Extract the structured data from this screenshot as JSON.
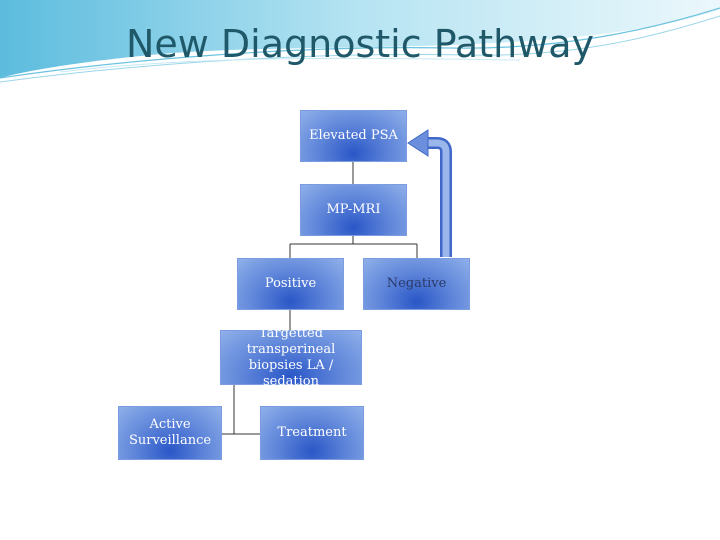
{
  "slide": {
    "title": "New Diagnostic Pathway"
  },
  "diagram": {
    "elevated_psa": "Elevated PSA",
    "mp_mri": "MP-MRI",
    "positive": "Positive",
    "negative": "Negative",
    "biopsies": "Targetted transperineal biopsies LA / sedation",
    "active_surveillance": "Active Surveillance",
    "treatment": "Treatment"
  },
  "colors": {
    "title": "#1f5868",
    "box_dark": "#2a57c7",
    "box_light": "#8fb0ea",
    "arrow": "#5f86d6"
  }
}
